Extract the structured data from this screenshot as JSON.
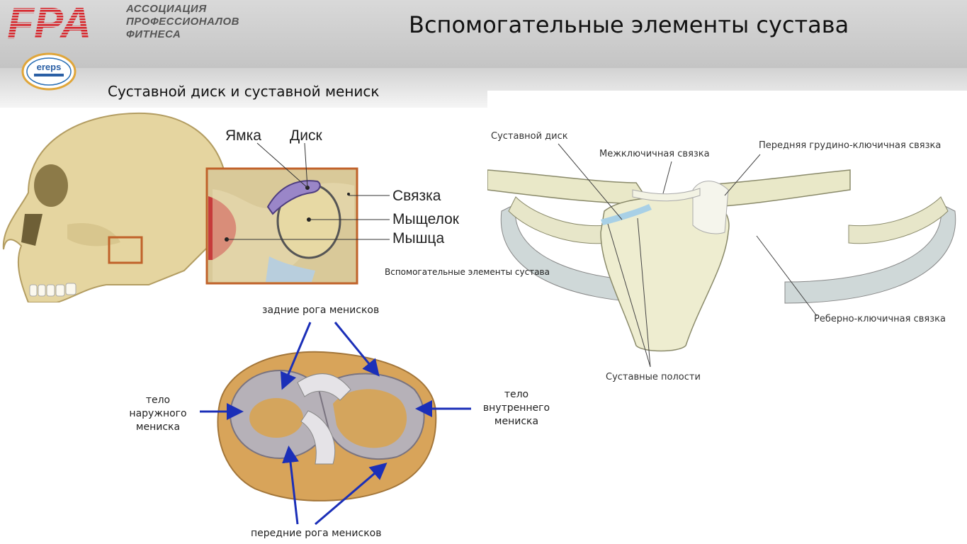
{
  "header": {
    "logo_letters": "FPA",
    "association_lines": [
      "АССОЦИАЦИЯ",
      "ПРОФЕССИОНАЛОВ",
      "ФИТНЕСА"
    ],
    "ereps_badge": "ereps",
    "title": "Вспомогательные элементы сустава"
  },
  "subtitle": "Суставной диск  и суставной мениск",
  "tmj_figure": {
    "labels": {
      "fossa": "Ямка",
      "disc": "Диск",
      "ligament": "Связка",
      "condyle": "Мыщелок",
      "muscle": "Мышца"
    }
  },
  "caption": "Вспомогательные элементы сустава",
  "knee_figure": {
    "posterior_horns": "задние рога менисков",
    "anterior_horns": "передние рога менисков",
    "lateral_body": [
      "тело",
      "наружного",
      "мениска"
    ],
    "medial_body": [
      "тело",
      "внутреннего",
      "мениска"
    ]
  },
  "sternoclavicular_figure": {
    "articular_disc": "Суставной диск",
    "interclavicular_ligament": "Межключичная связка",
    "anterior_sternoclavicular_ligament": "Передняя грудино-ключичная связка",
    "costoclavicular_ligament": "Реберно-ключичная связка",
    "joint_cavities": "Суставные полости"
  },
  "colors": {
    "header_bg": "#cccccc",
    "logo_red": "#d8262c",
    "bone": "#e8d9a8",
    "highlight_box": "#c0622a",
    "arrow_blue": "#1b2fb8",
    "disc_purple": "#9a86c8",
    "joint_cavity_blue": "#a8d0e6"
  }
}
